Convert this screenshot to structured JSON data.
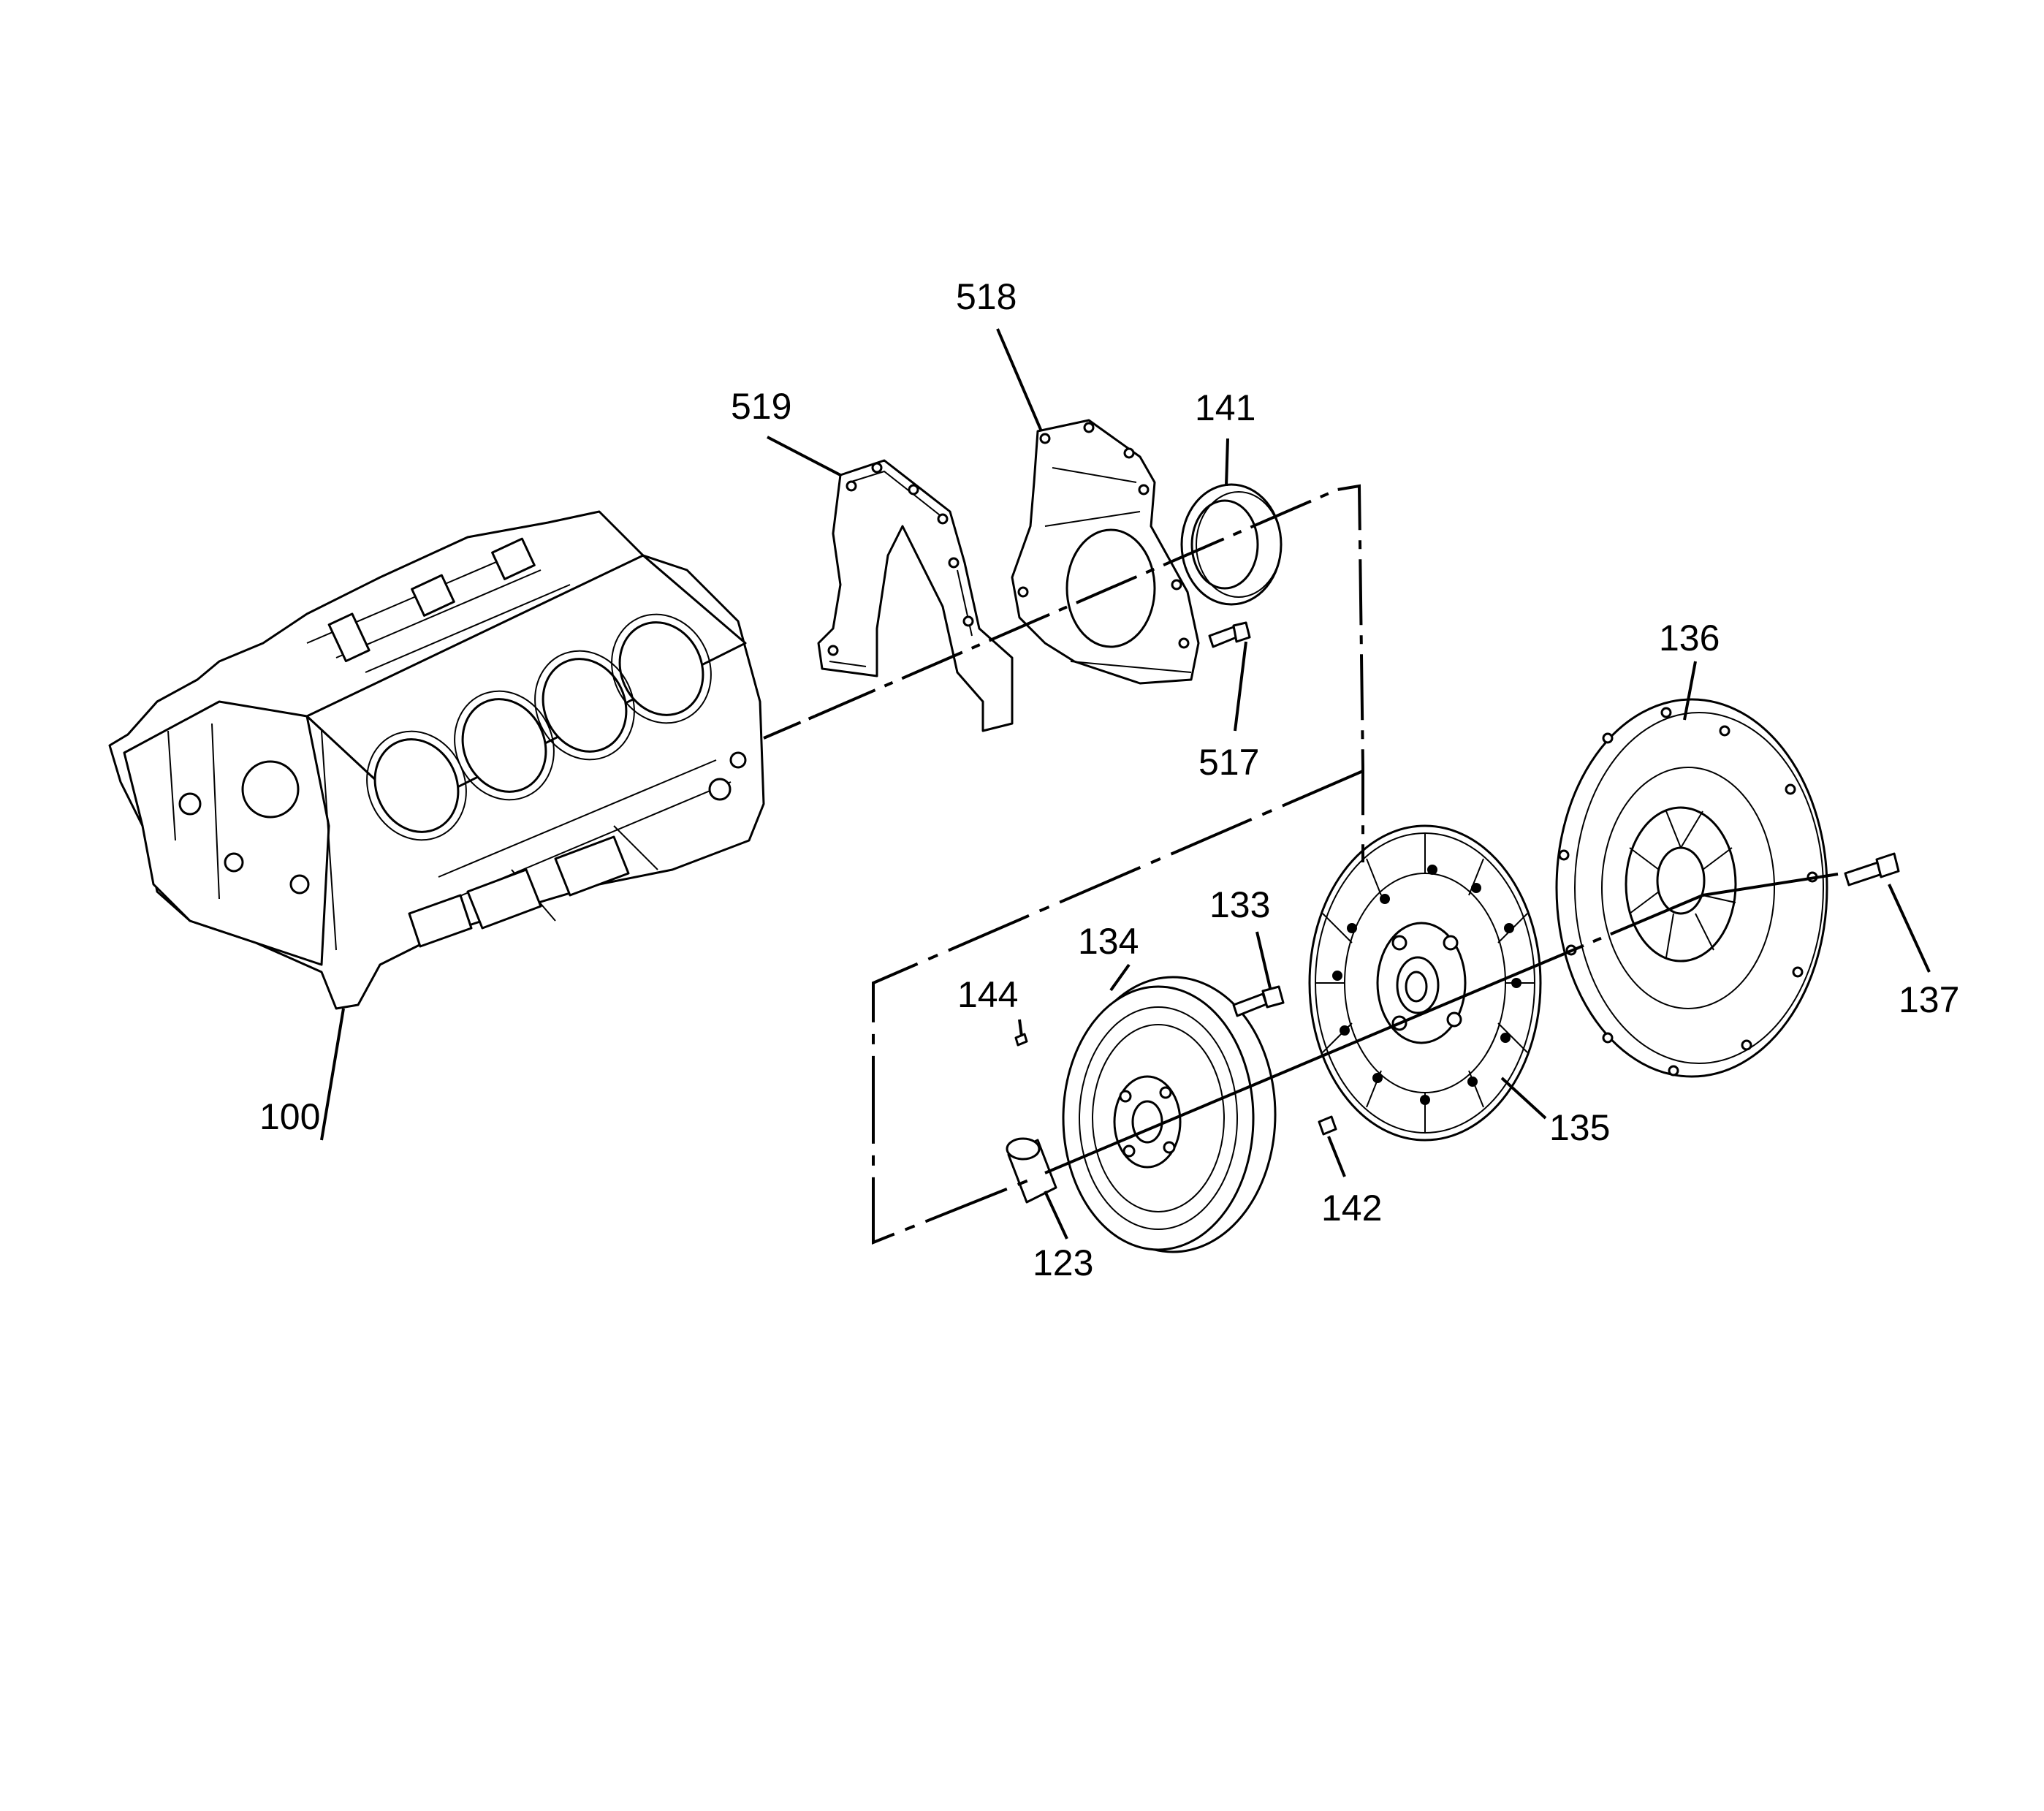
{
  "callouts": [
    {
      "id": "100",
      "label": "100"
    },
    {
      "id": "123",
      "label": "123"
    },
    {
      "id": "133",
      "label": "133"
    },
    {
      "id": "134",
      "label": "134"
    },
    {
      "id": "135",
      "label": "135"
    },
    {
      "id": "136",
      "label": "136"
    },
    {
      "id": "137",
      "label": "137"
    },
    {
      "id": "141",
      "label": "141"
    },
    {
      "id": "142",
      "label": "142"
    },
    {
      "id": "144",
      "label": "144"
    },
    {
      "id": "517",
      "label": "517"
    },
    {
      "id": "518",
      "label": "518"
    },
    {
      "id": "519",
      "label": "519"
    }
  ]
}
